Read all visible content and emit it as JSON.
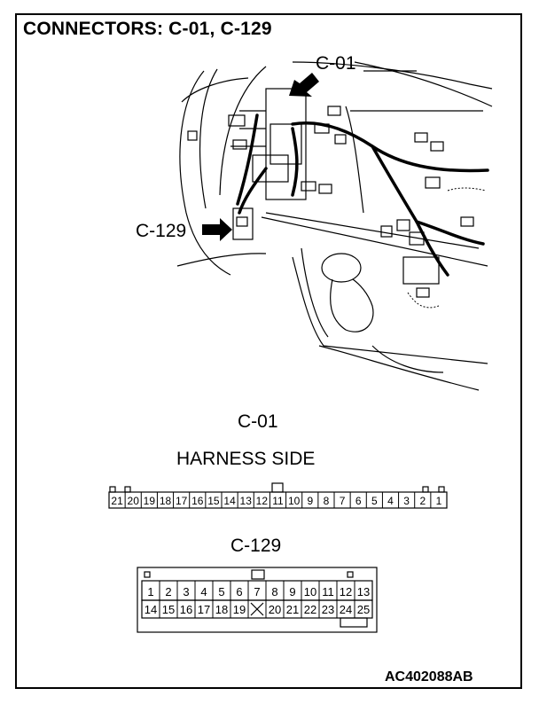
{
  "title": "CONNECTORS: C-01, C-129",
  "callouts": {
    "c01": "C-01",
    "c129": "C-129"
  },
  "connector_c01": {
    "name": "C-01",
    "side": "HARNESS SIDE",
    "pins": [
      "21",
      "20",
      "19",
      "18",
      "17",
      "16",
      "15",
      "14",
      "13",
      "12",
      "11",
      "10",
      "9",
      "8",
      "7",
      "6",
      "5",
      "4",
      "3",
      "2",
      "1"
    ]
  },
  "connector_c129": {
    "name": "C-129",
    "row1": [
      "1",
      "2",
      "3",
      "4",
      "5",
      "6",
      "7",
      "8",
      "9",
      "10",
      "11",
      "12",
      "13"
    ],
    "row2": [
      "14",
      "15",
      "16",
      "17",
      "18",
      "19",
      "",
      "20",
      "21",
      "22",
      "23",
      "24",
      "25"
    ]
  },
  "figure_code": "AC402088AB"
}
